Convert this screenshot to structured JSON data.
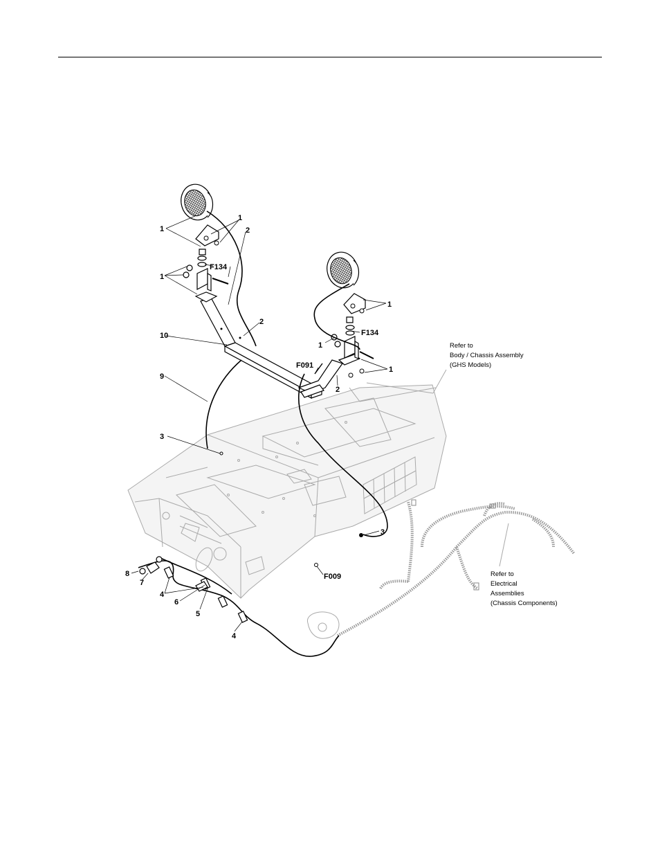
{
  "callouts": {
    "c1_a": "1",
    "c1_b": "1",
    "c1_c": "1",
    "c1_d": "1",
    "c1_e": "1",
    "c1_f": "1",
    "c2_a": "2",
    "c2_b": "2",
    "c2_c": "2",
    "c3_a": "3",
    "c3_b": "3",
    "c4_a": "4",
    "c4_b": "4",
    "c5": "5",
    "c6": "6",
    "c7": "7",
    "c8": "8",
    "c9": "9",
    "c10": "10",
    "f134_a": "F134",
    "f134_b": "F134",
    "f091": "F091",
    "f009": "F009"
  },
  "notes": {
    "body_line1": "Refer to",
    "body_line2": "Body / Chassis Assembly",
    "body_line3": "(GHS Models)",
    "elec_line1": "Refer to",
    "elec_line2": "Electrical",
    "elec_line3": "Assemblies",
    "elec_line4": "(Chassis Components)"
  }
}
